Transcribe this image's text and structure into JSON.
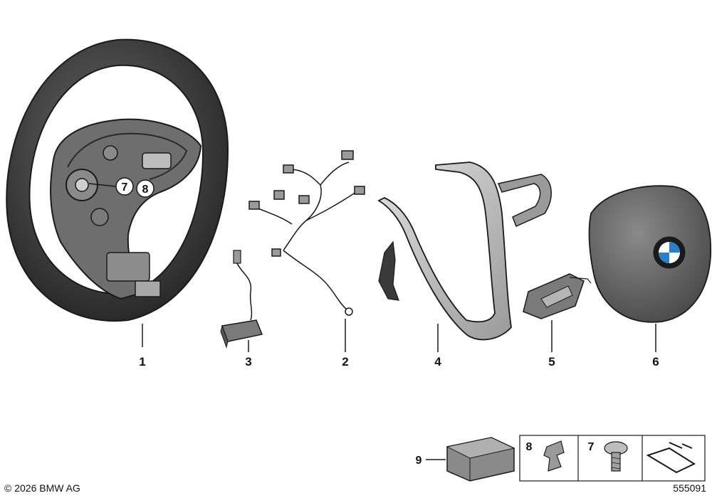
{
  "diagram": {
    "parts": [
      {
        "number": "1",
        "part": "steering-wheel"
      },
      {
        "number": "2",
        "part": "wiring-harness"
      },
      {
        "number": "3",
        "part": "connector-cable"
      },
      {
        "number": "4",
        "part": "trim-cover"
      },
      {
        "number": "5",
        "part": "switch-module"
      },
      {
        "number": "6",
        "part": "airbag-module"
      }
    ],
    "inset_callouts": [
      "7",
      "8"
    ],
    "small_parts": [
      {
        "number": "9",
        "part": "foam-block"
      },
      {
        "number": "8",
        "part": "clip"
      },
      {
        "number": "7",
        "part": "screw"
      }
    ],
    "colors": {
      "line": "#1a1a1a",
      "wheel_rim": "#3a3a3a",
      "airbag": "#555555",
      "trim": "#c8c8c8",
      "brand_blue": "#2a7fc9"
    }
  },
  "footer": {
    "copyright": "© 2026 BMW AG",
    "image_number": "555091"
  }
}
